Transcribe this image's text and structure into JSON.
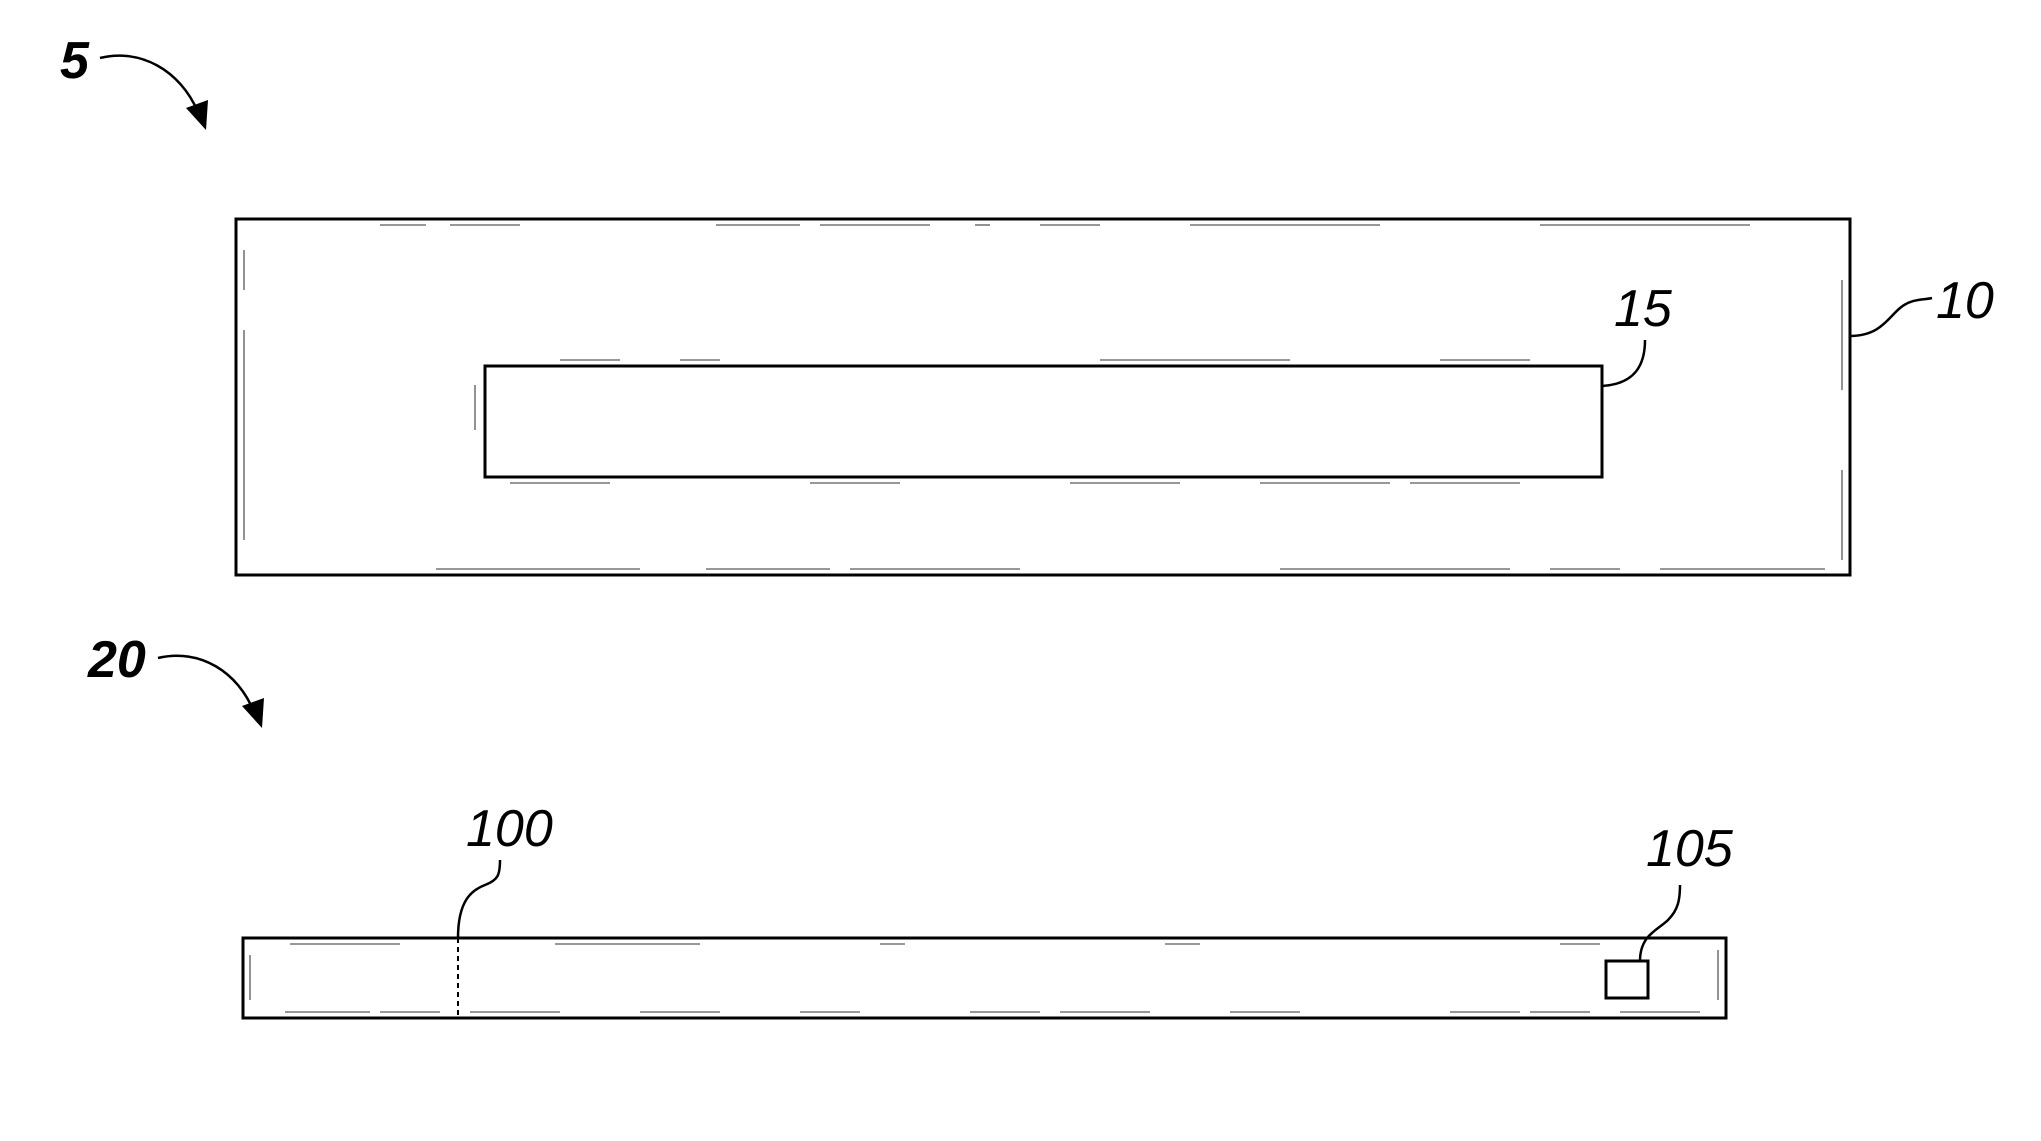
{
  "figure": {
    "labels": {
      "assembly_a": "5",
      "body_a": "10",
      "slot": "15",
      "assembly_b": "20",
      "line_marker": "100",
      "small_square": "105"
    }
  }
}
